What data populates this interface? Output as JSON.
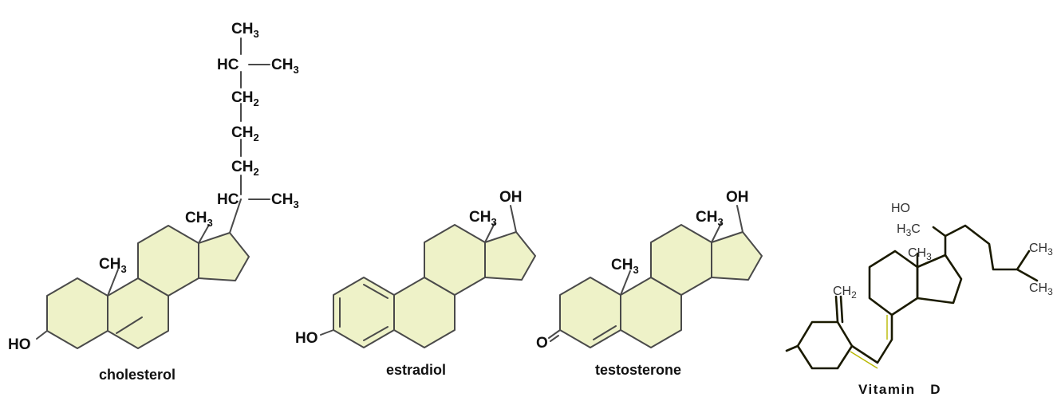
{
  "molecules": [
    {
      "name": "cholesterol",
      "labels": {
        "ch3_top": "CH",
        "hc_1": "HC",
        "ch3_side1": "CH",
        "ch2_1": "CH",
        "ch2_2": "CH",
        "ch2_3": "CH",
        "hc_2": "HC",
        "ch3_side2": "CH",
        "ch3_methyl1": "CH",
        "ch3_methyl2": "CH",
        "ho": "HO",
        "sub3": "3",
        "sub2": "2"
      }
    },
    {
      "name": "estradiol",
      "labels": {
        "oh": "OH",
        "ch3": "CH",
        "ho": "HO",
        "sub3": "3"
      }
    },
    {
      "name": "testosterone",
      "labels": {
        "oh": "OH",
        "ch3_1": "CH",
        "ch3_2": "CH",
        "o": "O",
        "sub3": "3"
      }
    },
    {
      "name": "Vitamin   D",
      "labels": {
        "ho": "HO",
        "h3c": "H",
        "h3c_c": "C",
        "ch3_1": "CH",
        "ch3_2": "CH",
        "ch3_3": "CH",
        "ch2": "CH",
        "sub3": "3",
        "sub2": "2"
      }
    }
  ]
}
